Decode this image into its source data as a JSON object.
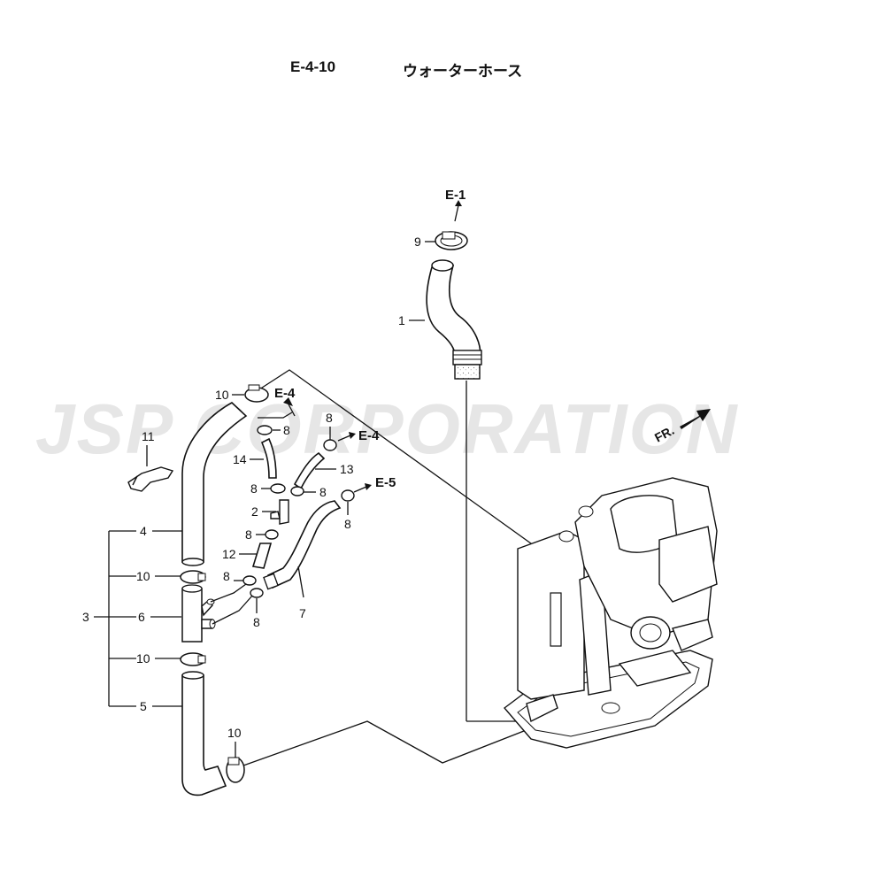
{
  "header": {
    "code": "E-4-10",
    "title": "ウォーターホース"
  },
  "watermark": "JSP CORPORATION",
  "front_marker": "FR.",
  "refs": {
    "e1": "E-1",
    "e4_top": "E-4",
    "e4_right": "E-4",
    "e5": "E-5"
  },
  "callouts": {
    "p1": "1",
    "p2": "2",
    "p3": "3",
    "p4": "4",
    "p5": "5",
    "p6": "6",
    "p7": "7",
    "p8a": "8",
    "p8b": "8",
    "p8c": "8",
    "p8d": "8",
    "p8e": "8",
    "p8f": "8",
    "p8g": "8",
    "p8h": "8",
    "p9": "9",
    "p10a": "10",
    "p10b": "10",
    "p10c": "10",
    "p10d": "10",
    "p11": "11",
    "p12": "12",
    "p13": "13",
    "p14": "14"
  },
  "colors": {
    "line": "#111111",
    "watermark": "#e6e6e6",
    "background": "#ffffff"
  }
}
